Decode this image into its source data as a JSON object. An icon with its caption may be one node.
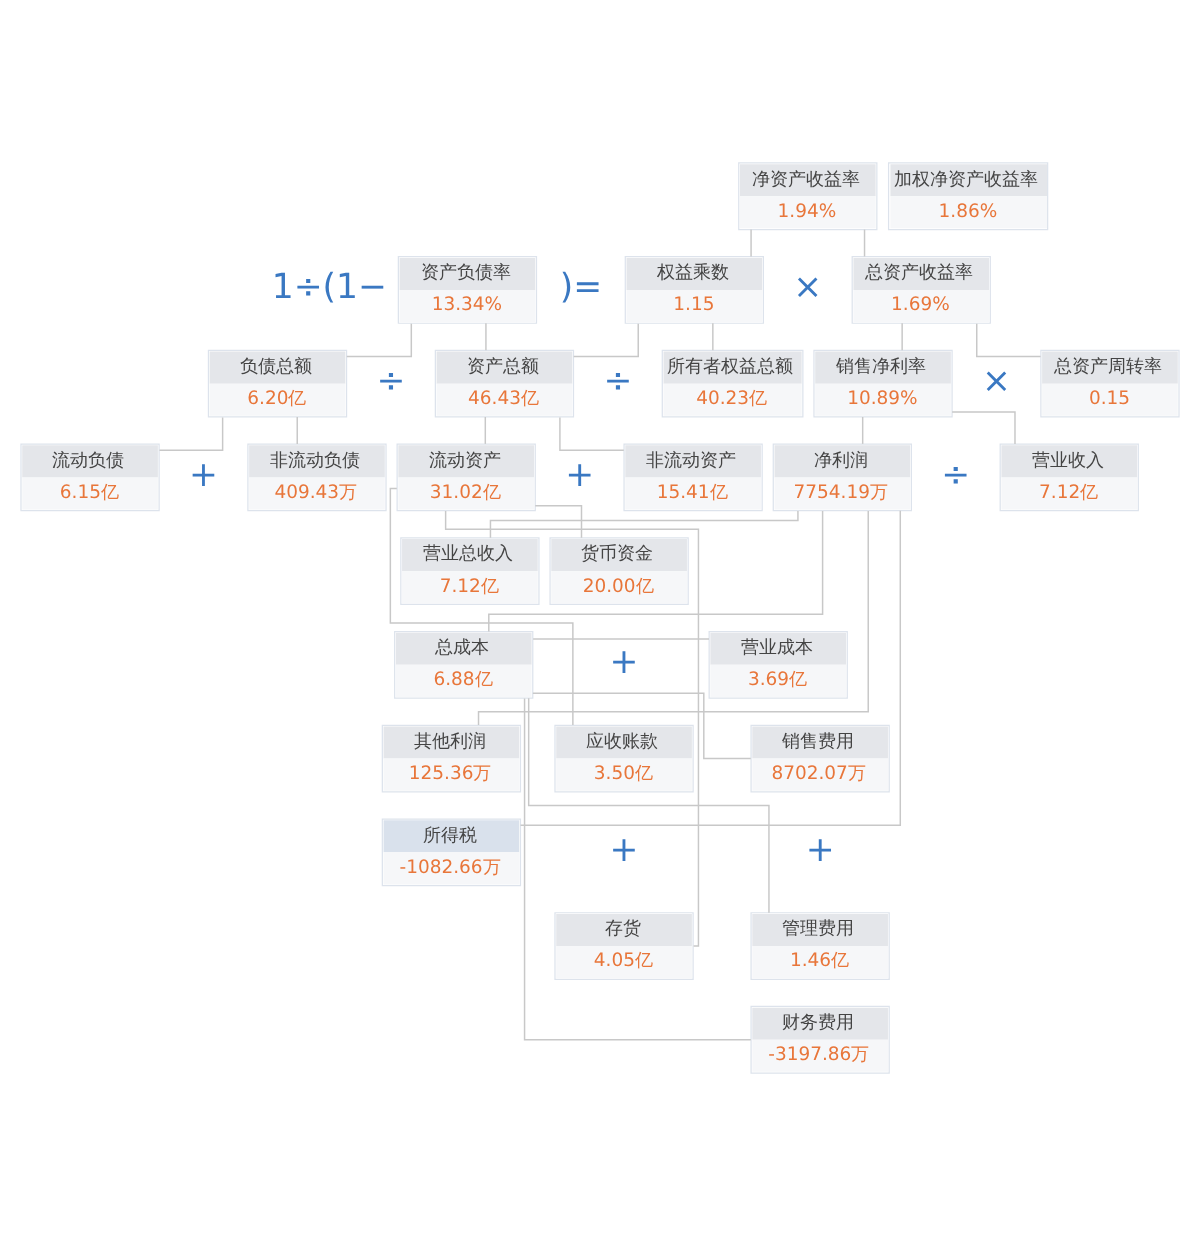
{
  "diagram": {
    "nodes": [
      {
        "text": [
          "净资产收益率",
          "1.94%"
        ]
      },
      {
        "text": [
          "加权净资产收益率",
          "1.86%"
        ]
      },
      {
        "text": [
          "资产负债率",
          "13.34%"
        ]
      },
      {
        "text": [
          "权益乘数",
          "1.15"
        ]
      },
      {
        "text": [
          "总资产收益率",
          "1.69%"
        ]
      },
      {
        "text": [
          "负债总额",
          "6.20亿"
        ]
      },
      {
        "text": [
          "资产总额",
          "46.43亿"
        ]
      },
      {
        "text": [
          "所有者权益总额",
          "40.23亿"
        ]
      },
      {
        "text": [
          "销售净利率",
          "10.89%"
        ]
      },
      {
        "text": [
          "总资产周转率",
          "0.15"
        ]
      },
      {
        "text": [
          "流动负债",
          "6.15亿"
        ]
      },
      {
        "text": [
          "非流动负债",
          "409.43万"
        ]
      },
      {
        "text": [
          "流动资产",
          "31.02亿"
        ]
      },
      {
        "text": [
          "非流动资产",
          "15.41亿"
        ]
      },
      {
        "text": [
          "净利润",
          "7754.19万"
        ]
      },
      {
        "text": [
          "营业收入",
          "7.12亿"
        ]
      },
      {
        "text": [
          "货币资金",
          "20.00亿"
        ]
      },
      {
        "text": [
          "应收账款",
          "3.50亿"
        ]
      },
      {
        "text": [
          "存货",
          "4.05亿"
        ]
      },
      {
        "text": [
          "营业总收入",
          "7.12亿"
        ]
      },
      {
        "text": [
          "总成本",
          "6.88亿"
        ]
      },
      {
        "text": [
          "其他利润",
          "125.36万"
        ]
      },
      {
        "text": [
          "所得税",
          "-1082.66万"
        ]
      },
      {
        "text": [
          "营业成本",
          "3.69亿"
        ]
      },
      {
        "text": [
          "销售费用",
          "8702.07万"
        ]
      },
      {
        "text": [
          "管理费用",
          "1.46亿"
        ]
      },
      {
        "text": [
          "财务费用",
          "-3197.86万"
        ]
      }
    ],
    "edges": [
      {
        "from": 0,
        "to": 3,
        "arrow": "none"
      },
      {
        "from": 0,
        "to": 4,
        "arrow": "none"
      },
      {
        "from": 2,
        "to": 5,
        "arrow": "none"
      },
      {
        "from": 2,
        "to": 6,
        "arrow": "none"
      },
      {
        "from": 3,
        "to": 6,
        "arrow": "none"
      },
      {
        "from": 3,
        "to": 7,
        "arrow": "none"
      },
      {
        "from": 4,
        "to": 8,
        "arrow": "none"
      },
      {
        "from": 4,
        "to": 9,
        "arrow": "none"
      },
      {
        "from": 5,
        "to": 10,
        "arrow": "none"
      },
      {
        "from": 5,
        "to": 11,
        "arrow": "none"
      },
      {
        "from": 6,
        "to": 12,
        "arrow": "none"
      },
      {
        "from": 6,
        "to": 13,
        "arrow": "none"
      },
      {
        "from": 8,
        "to": 14,
        "arrow": "none"
      },
      {
        "from": 8,
        "to": 15,
        "arrow": "none"
      },
      {
        "from": 12,
        "to": 16,
        "arrow": "none"
      },
      {
        "from": 12,
        "to": 17,
        "arrow": "none"
      },
      {
        "from": 12,
        "to": 18,
        "arrow": "none"
      },
      {
        "from": 14,
        "to": 19,
        "arrow": "none"
      },
      {
        "from": 14,
        "to": 20,
        "arrow": "none"
      },
      {
        "from": 14,
        "to": 21,
        "arrow": "none"
      },
      {
        "from": 14,
        "to": 22,
        "arrow": "none"
      },
      {
        "from": 20,
        "to": 23,
        "arrow": "none"
      },
      {
        "from": 20,
        "to": 24,
        "arrow": "none"
      },
      {
        "from": 20,
        "to": 25,
        "arrow": "none"
      },
      {
        "from": 20,
        "to": 26,
        "arrow": "none"
      }
    ],
    "labels": [
      "1÷(1−",
      ")=",
      "×",
      "÷",
      "÷",
      "×",
      "+",
      "+",
      "÷",
      "+",
      "+",
      "+"
    ]
  }
}
